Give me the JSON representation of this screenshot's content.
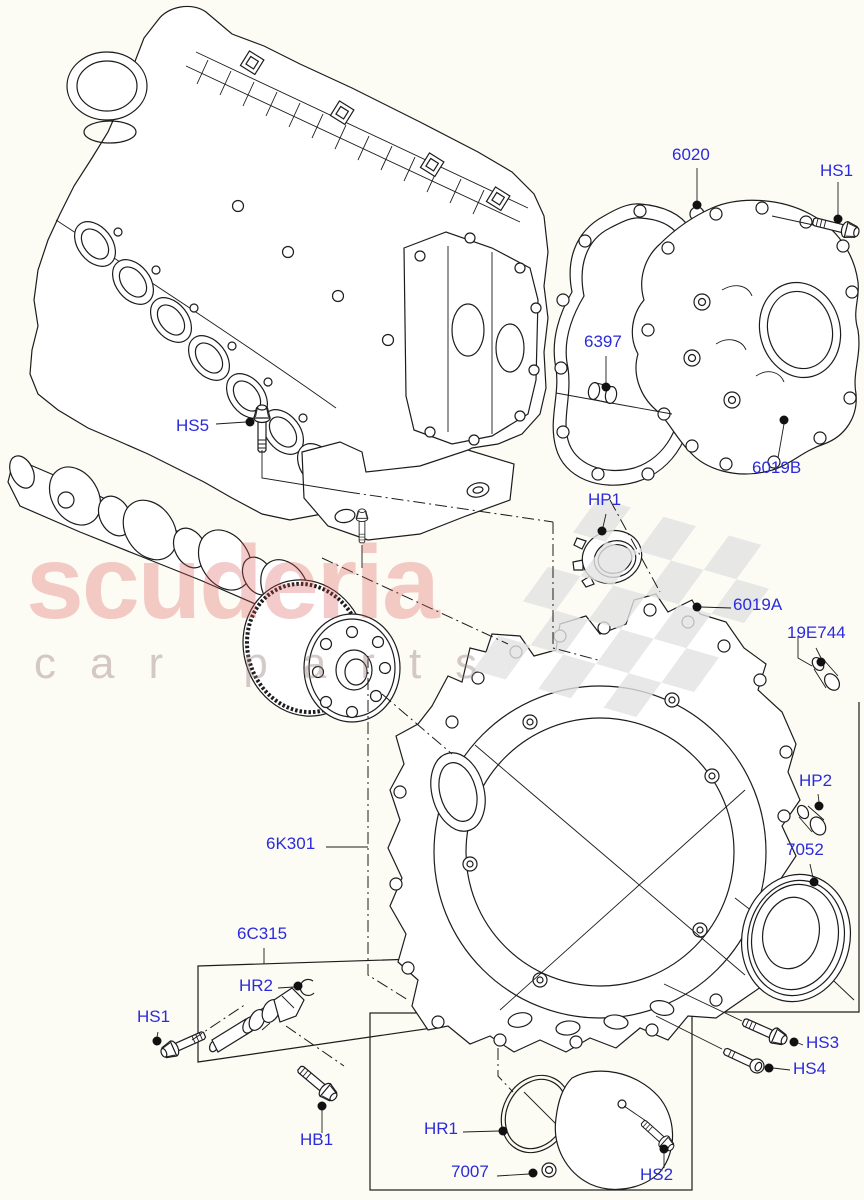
{
  "page": {
    "kind": "exploded-parts-diagram",
    "subject": "engine timing cover and related parts"
  },
  "colors": {
    "background": "#fcfcf4",
    "label_blue": "#2b2bdb",
    "line_dark": "#1c1c1c",
    "flag_gray": "#e3e3e3",
    "watermark_red": "rgba(219,84,84,0.30)",
    "watermark_gray": "rgba(150,122,122,0.40)"
  },
  "watermark": {
    "brand": "scuderia",
    "tagline": "car parts"
  },
  "callouts": [
    {
      "id": "6020",
      "label": "6020"
    },
    {
      "id": "HS1-top",
      "label": "HS1"
    },
    {
      "id": "6397",
      "label": "6397"
    },
    {
      "id": "6019B",
      "label": "6019B"
    },
    {
      "id": "HS5",
      "label": "HS5"
    },
    {
      "id": "HP1",
      "label": "HP1"
    },
    {
      "id": "6019A",
      "label": "6019A"
    },
    {
      "id": "19E744",
      "label": "19E744"
    },
    {
      "id": "HP2",
      "label": "HP2"
    },
    {
      "id": "7052",
      "label": "7052"
    },
    {
      "id": "6K301",
      "label": "6K301"
    },
    {
      "id": "6C315",
      "label": "6C315"
    },
    {
      "id": "HR2",
      "label": "HR2"
    },
    {
      "id": "HS1-bottom-left",
      "label": "HS1"
    },
    {
      "id": "HB1",
      "label": "HB1"
    },
    {
      "id": "HR1",
      "label": "HR1"
    },
    {
      "id": "7007",
      "label": "7007"
    },
    {
      "id": "HS2",
      "label": "HS2"
    },
    {
      "id": "HS3",
      "label": "HS3"
    },
    {
      "id": "HS4",
      "label": "HS4"
    }
  ]
}
